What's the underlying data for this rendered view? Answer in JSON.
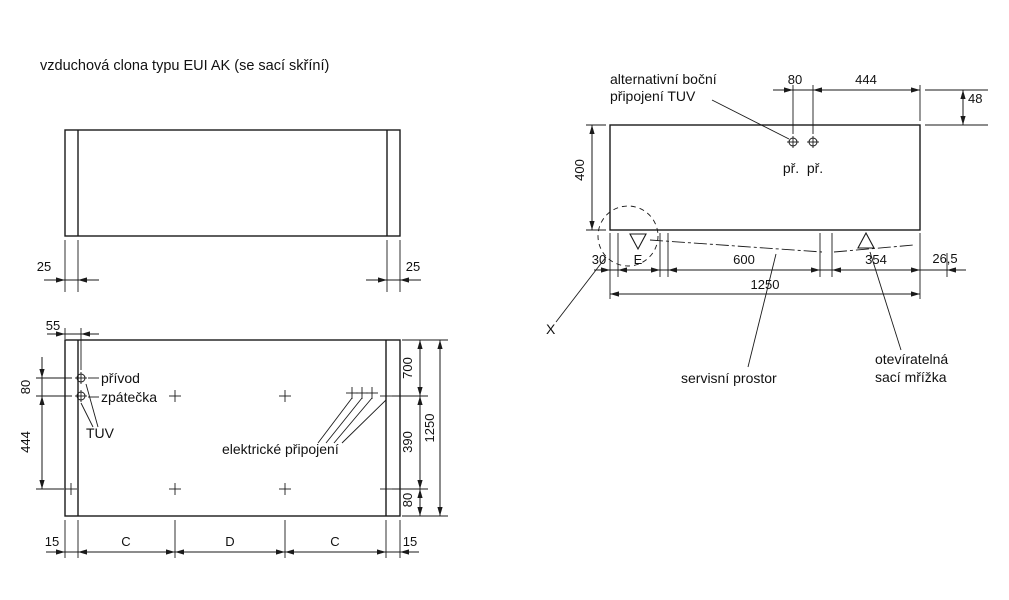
{
  "title": "vzduchová clona typu EUI AK (se sací skříní)",
  "colors": {
    "ink": "#1a1a1a",
    "background": "#ffffff"
  },
  "front_view": {
    "dim_left_25": "25",
    "dim_right_25": "25"
  },
  "plan_view": {
    "dim_top_55": "55",
    "dim_left_80": "80",
    "dim_left_444": "444",
    "dim_right_700": "700",
    "dim_right_390": "390",
    "dim_right_80": "80",
    "dim_right_1250": "1250",
    "dim_bottom_15_left": "15",
    "dim_bottom_c_left": "C",
    "dim_bottom_d": "D",
    "dim_bottom_c_right": "C",
    "dim_bottom_15_right": "15",
    "label_privod": "přívod",
    "label_zpatecka": "zpátečka",
    "label_tuv": "TUV",
    "label_elektricke_pripojeni": "elektrické připojení"
  },
  "side_view": {
    "label_alt_1": "alternativní boční",
    "label_alt_2": "připojení TUV",
    "dim_top_80": "80",
    "dim_top_444": "444",
    "dim_right_48": "48",
    "dim_left_400": "400",
    "label_pr_left": "př.",
    "label_pr_right": "př.",
    "label_detail_x": "X",
    "dim_bottom_30": "30",
    "dim_bottom_e": "E",
    "dim_bottom_600": "600",
    "dim_bottom_354": "354",
    "dim_bottom_26_5": "26,5",
    "dim_bottom_1250": "1250",
    "label_servisni_prostor": "servisní prostor",
    "label_otviratelna_1": "otevíratelná",
    "label_otviratelna_2": "sací mřížka"
  }
}
